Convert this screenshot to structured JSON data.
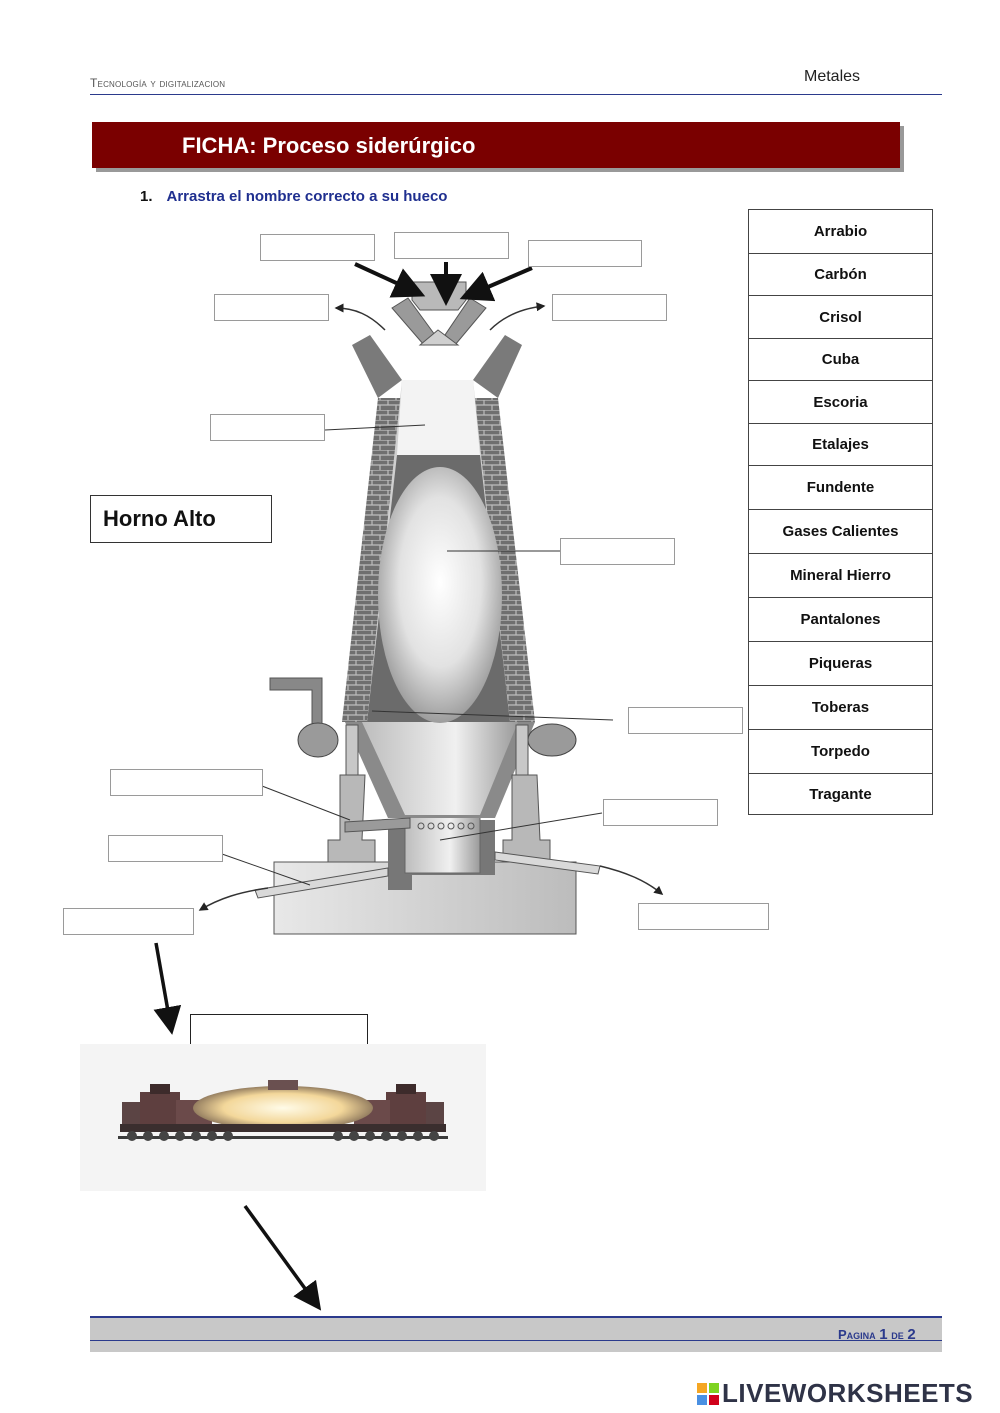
{
  "header": {
    "subject": "Tecnología y digitalizacion",
    "topic": "Metales"
  },
  "banner": {
    "title": "FICHA: Proceso siderúrgico"
  },
  "exercise": {
    "number": "1.",
    "instruction": "Arrastra el nombre correcto a su hueco"
  },
  "word_bank": [
    "Arrabio",
    "Carbón",
    "Crisol",
    "Cuba",
    "Escoria",
    "Etalajes",
    "Fundente",
    "Gases Calientes",
    "Mineral Hierro",
    "Pantalones",
    "Piqueras",
    "Toberas",
    "Torpedo",
    "Tragante"
  ],
  "diagram_title": "Horno Alto",
  "footer": {
    "page_word": "Pagina",
    "page_num": "1",
    "of_word": "de",
    "total": "2"
  },
  "brand": "LIVEWORKSHEETS",
  "colors": {
    "banner": "#7a0000",
    "accent_blue": "#1f2f8f",
    "brick": "#6e6e6e"
  }
}
